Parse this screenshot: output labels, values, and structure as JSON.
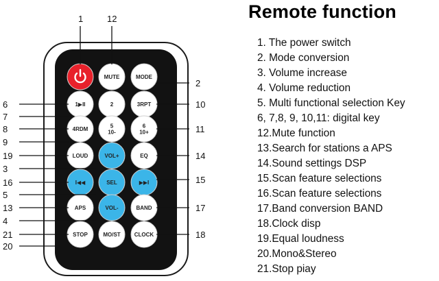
{
  "heading": "Remote function",
  "functions": [
    "1. The power switch",
    "2. Mode conversion",
    "3. Volume increase",
    "4. Volume reduction",
    "5. Multi functional selection Key",
    "6, 7,8, 9, 10,11: digital key",
    "12.Mute function",
    "13.Search for stations a APS",
    "14.Sound settings DSP",
    "15.Scan feature selections",
    "16.Scan feature selections",
    "17.Band conversion BAND",
    "18.Clock disp",
    "19.Equal loudness",
    "20.Mono&Stereo",
    "21.Stop piay"
  ],
  "remote": {
    "buttons": [
      {
        "id": "power",
        "label": "",
        "icon": "power-icon",
        "color": "#e8212b"
      },
      {
        "id": "mute",
        "label": "MUTE",
        "color": "#ffffff"
      },
      {
        "id": "mode",
        "label": "MODE",
        "color": "#ffffff"
      },
      {
        "id": "play-pause",
        "label": "1▶II",
        "color": "#ffffff"
      },
      {
        "id": "two",
        "label": "2",
        "color": "#ffffff"
      },
      {
        "id": "rpt",
        "label": "3RPT",
        "color": "#ffffff"
      },
      {
        "id": "rdm",
        "label": "4RDM",
        "color": "#ffffff"
      },
      {
        "id": "ten-minus",
        "label": "5\n10-",
        "color": "#ffffff"
      },
      {
        "id": "ten-plus",
        "label": "6\n10+",
        "color": "#ffffff"
      },
      {
        "id": "loud",
        "label": "LOUD",
        "color": "#ffffff"
      },
      {
        "id": "vol-up",
        "label": "VOL+",
        "color": "#3bb5e8"
      },
      {
        "id": "eq",
        "label": "EQ",
        "color": "#ffffff"
      },
      {
        "id": "prev",
        "label": "I◀◀",
        "color": "#3bb5e8"
      },
      {
        "id": "sel",
        "label": "SEL",
        "color": "#3bb5e8"
      },
      {
        "id": "next",
        "label": "▶▶I",
        "color": "#3bb5e8"
      },
      {
        "id": "aps",
        "label": "APS",
        "color": "#ffffff"
      },
      {
        "id": "vol-down",
        "label": "VOL-",
        "color": "#3bb5e8"
      },
      {
        "id": "band",
        "label": "BAND",
        "color": "#ffffff"
      },
      {
        "id": "stop",
        "label": "STOP",
        "color": "#ffffff"
      },
      {
        "id": "mo-st",
        "label": "MO/ST",
        "color": "#ffffff"
      },
      {
        "id": "clock",
        "label": "CLOCK",
        "color": "#ffffff"
      }
    ],
    "left_callouts": [
      "6",
      "7",
      "8",
      "9",
      "19",
      "3",
      "16",
      "5",
      "13",
      "4",
      "21",
      "20"
    ],
    "right_callouts": [
      "2",
      "10",
      "11",
      "14",
      "15",
      "17",
      "18"
    ],
    "top_callouts": [
      "1",
      "12"
    ]
  }
}
